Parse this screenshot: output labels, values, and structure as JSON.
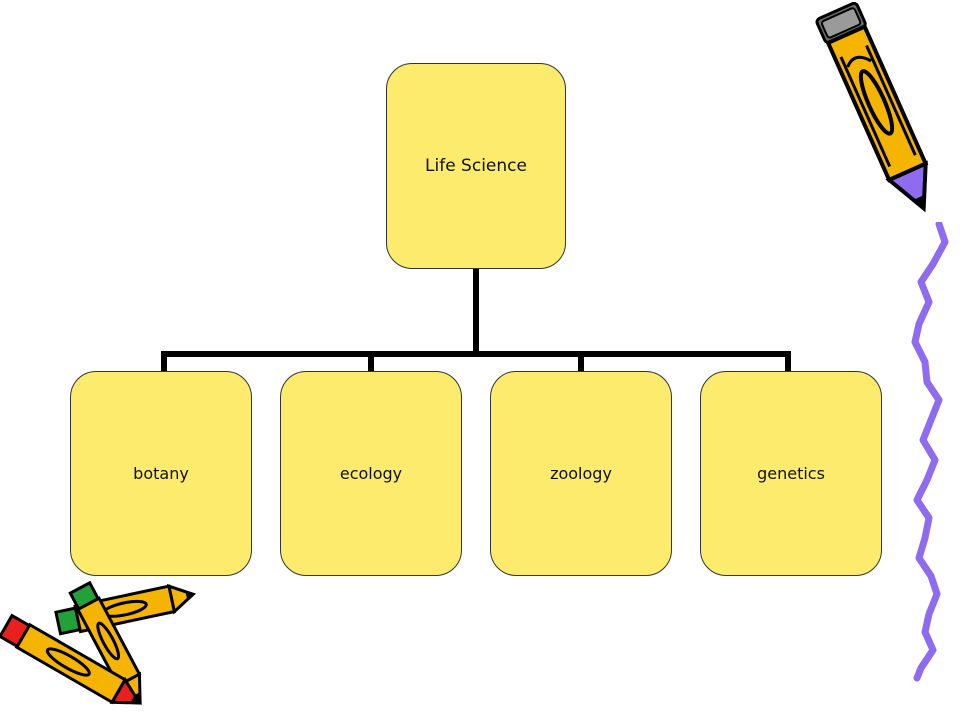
{
  "diagram": {
    "root": {
      "label": "Life Science"
    },
    "children": [
      {
        "label": "botany"
      },
      {
        "label": "ecology"
      },
      {
        "label": "zoology"
      },
      {
        "label": "genetics"
      }
    ]
  },
  "colors": {
    "node_fill": "#FCEB6C",
    "node_border": "#333333",
    "connector": "#000000",
    "pencil_orange": "#F5B400",
    "pencil_purple": "#8E6BEF",
    "pencil_red": "#E8201E",
    "pencil_green": "#22A03A"
  },
  "decorations": [
    "pencil-icon",
    "squiggle-line",
    "crossed-pencils-icon"
  ]
}
